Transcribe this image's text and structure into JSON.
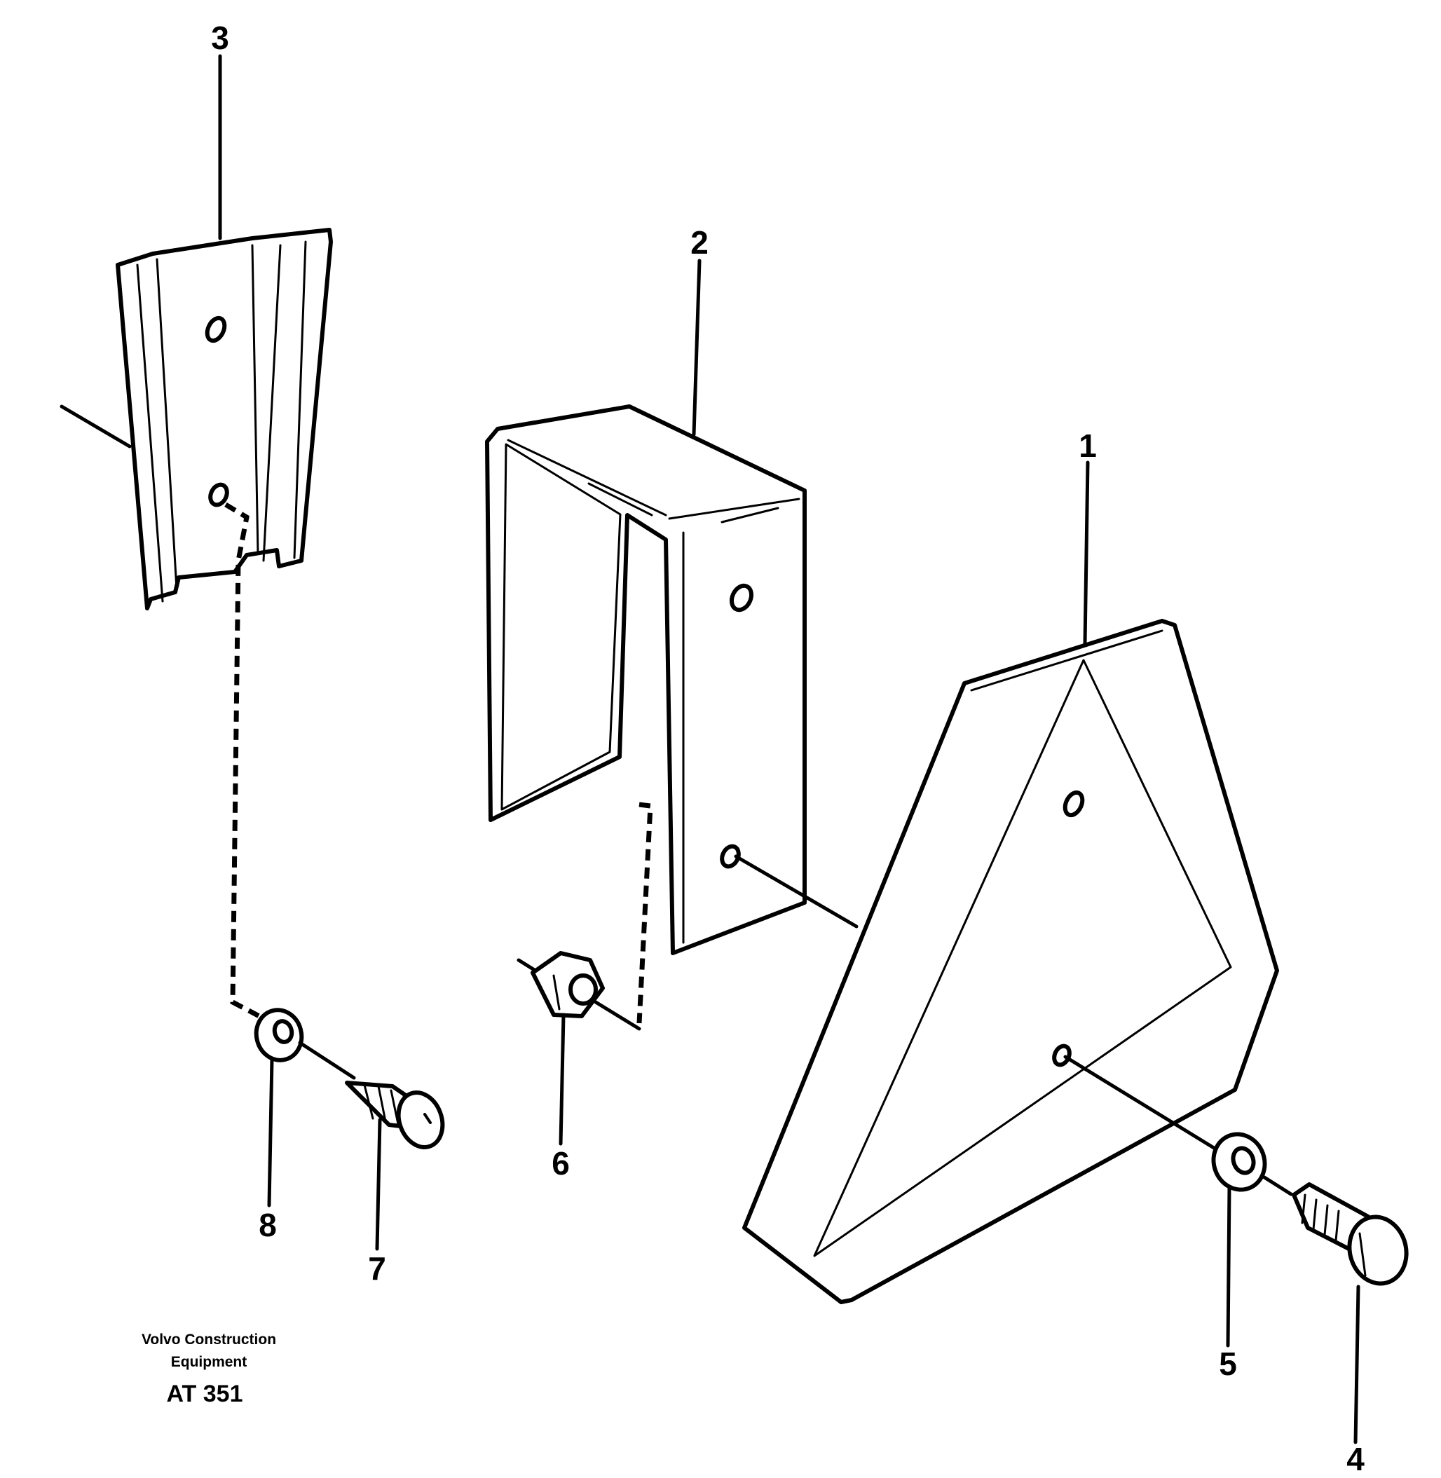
{
  "diagram": {
    "callouts": {
      "part_1": "1",
      "part_2": "2",
      "part_3": "3",
      "part_4": "4",
      "part_5": "5",
      "part_6": "6",
      "part_7": "7",
      "part_8": "8"
    },
    "credit_line_1": "Volvo Construction",
    "credit_line_2": "Equipment",
    "drawing_code": "AT 351"
  }
}
